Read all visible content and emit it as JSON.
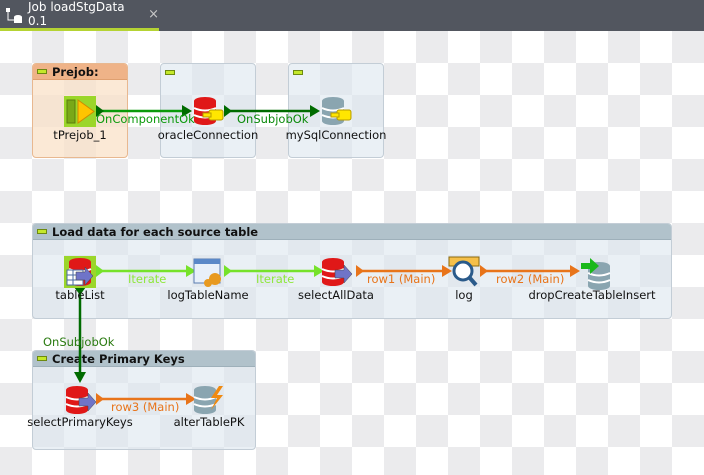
{
  "tab": {
    "title": "Job loadStgData 0.1",
    "close": "×"
  },
  "subjobs": {
    "prejob": "Prejob:",
    "load": "Load data for each source table",
    "pk": "Create Primary Keys"
  },
  "components": {
    "tPrejob": "tPrejob_1",
    "oracle": "oracleConnection",
    "mysql": "mySqlConnection",
    "tableList": "tableList",
    "logTableName": "logTableName",
    "selectAllData": "selectAllData",
    "log": "log",
    "dropCreate": "dropCreateTableInsert",
    "selectPK": "selectPrimaryKeys",
    "alterPK": "alterTablePK"
  },
  "connections": {
    "c1": "OnComponentOk",
    "c2": "OnSubjobOk",
    "c3": "Iterate",
    "c4": "Iterate",
    "c5": "row1 (Main)",
    "c6": "row2 (Main)",
    "c7": "OnSubjobOk",
    "c8": "row3 (Main)"
  },
  "colors": {
    "trigger": "#0a8a0a",
    "iterate": "#7ee52a",
    "main": "#e8741a",
    "accent": "#b5d334"
  }
}
